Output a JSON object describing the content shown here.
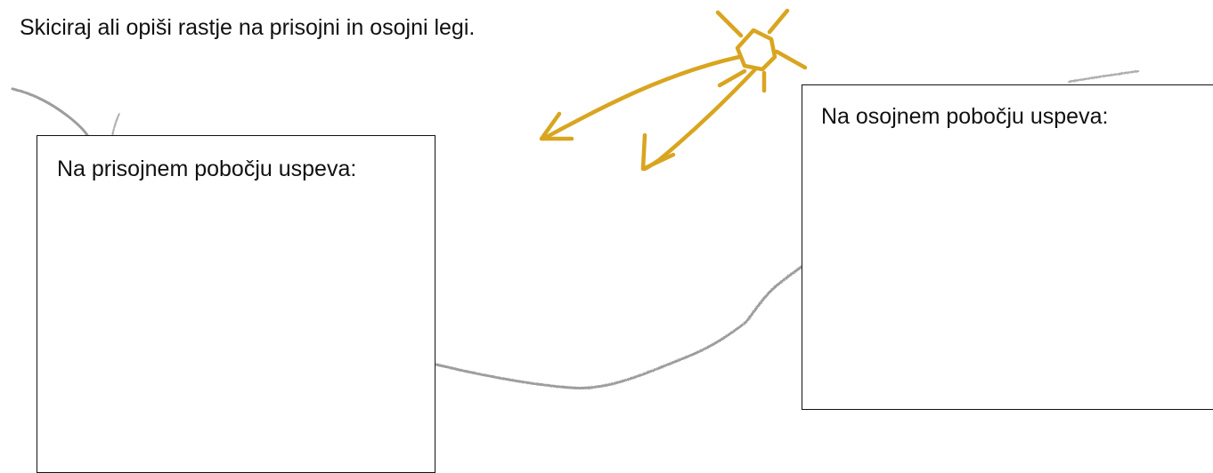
{
  "worksheet": {
    "instruction": "Skiciraj ali opiši rastje na prisojni in osojni legi.",
    "sunny_box_label": "Na prisojnem pobočju uspeva:",
    "shady_box_label": "Na osojnem pobočju uspeva:"
  },
  "colors": {
    "sun": "#d9a520",
    "sun_dark": "#b8860b",
    "terrain_line": "#8c8c8c",
    "box_border": "#111111"
  },
  "icons": {
    "sun": "sun-icon",
    "rays": "sun-ray-arrow-icon"
  }
}
